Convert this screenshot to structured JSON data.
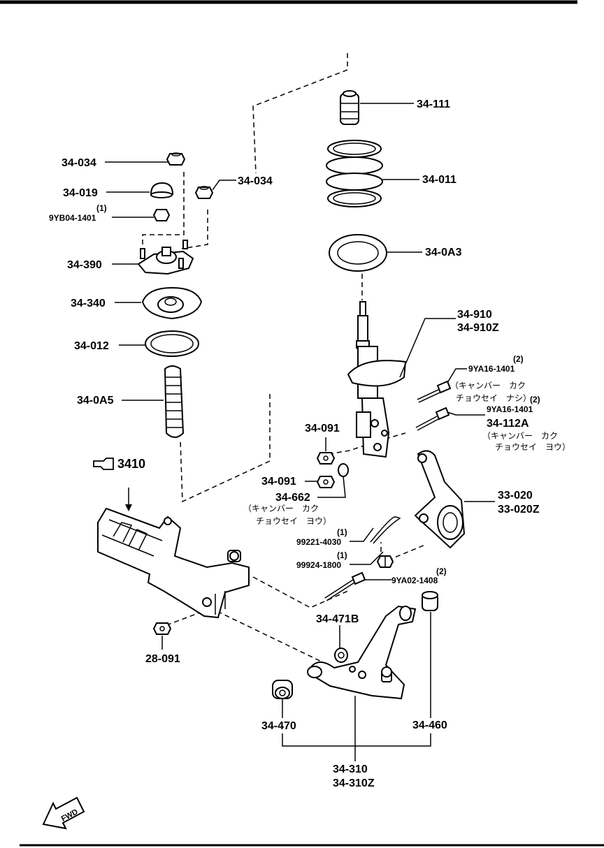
{
  "labels": {
    "l_34111": "34-111",
    "l_34011": "34-011",
    "l_340a3": "34-0A3",
    "l_34910": "34-910",
    "l_34910z": "34-910Z",
    "l_34034a": "34-034",
    "l_34034b": "34-034",
    "l_34019": "34-019",
    "l_9yb04_q": "(1)",
    "l_9yb04": "9YB04-1401",
    "l_34390": "34-390",
    "l_34340": "34-340",
    "l_34012": "34-012",
    "l_340a5": "34-0A5",
    "l_9ya16a_q": "(2)",
    "l_9ya16a": "9YA16-1401",
    "l_jp_camber_a1": "（キャンバー　カク",
    "l_jp_camber_a2": "チョウセイ　ナシ）",
    "l_9ya16b_q": "(2)",
    "l_9ya16b": "9YA16-1401",
    "l_34112a": "34-112A",
    "l_jp_camber_b1": "（キャンバー　カク",
    "l_jp_camber_b2": "チョウセイ　ヨウ）",
    "l_34091a": "34-091",
    "l_34091b": "34-091",
    "l_34662": "34-662",
    "l_jp_camber_c1": "（キャンバー　カク",
    "l_jp_camber_c2": "チョウセイ　ヨウ）",
    "l_ref3410": "3410",
    "l_33020": "33-020",
    "l_33020z": "33-020Z",
    "l_99221_q": "(1)",
    "l_99221": "99221-4030",
    "l_99924_q": "(1)",
    "l_99924": "99924-1800",
    "l_9ya02_q": "(2)",
    "l_9ya02": "9YA02-1408",
    "l_34471b": "34-471B",
    "l_28091": "28-091",
    "l_34470": "34-470",
    "l_34460": "34-460",
    "l_34310": "34-310",
    "l_34310z": "34-310Z",
    "l_fwd": "FWD"
  }
}
